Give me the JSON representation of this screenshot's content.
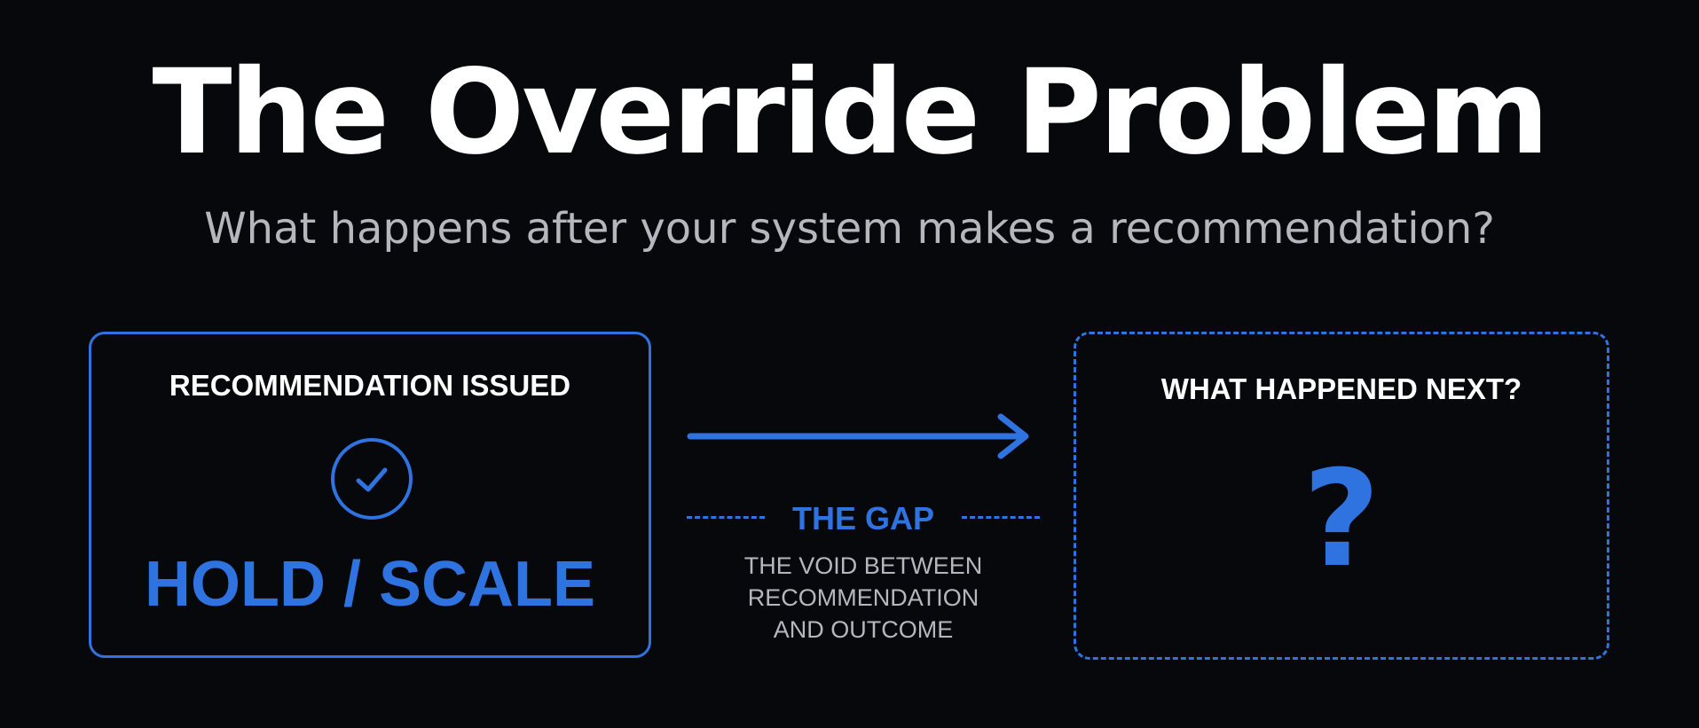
{
  "header": {
    "title": "The Override Problem",
    "subtitle": "What happens after your system makes a recommendation?"
  },
  "left_box": {
    "label": "RECOMMENDATION ISSUED",
    "icon": "check-circle-icon",
    "value": "HOLD / SCALE"
  },
  "connector": {
    "icon": "arrow-right-icon",
    "gap_title": "THE GAP",
    "gap_description": [
      "THE VOID BETWEEN",
      "RECOMMENDATION",
      "AND OUTCOME"
    ]
  },
  "right_box": {
    "label": "WHAT HAPPENED NEXT?",
    "icon": "question-mark-icon",
    "glyph": "?"
  },
  "colors": {
    "background": "#07080b",
    "accent": "#2f73e0",
    "text_primary": "#ffffff",
    "text_secondary": "#b4b7bc"
  }
}
